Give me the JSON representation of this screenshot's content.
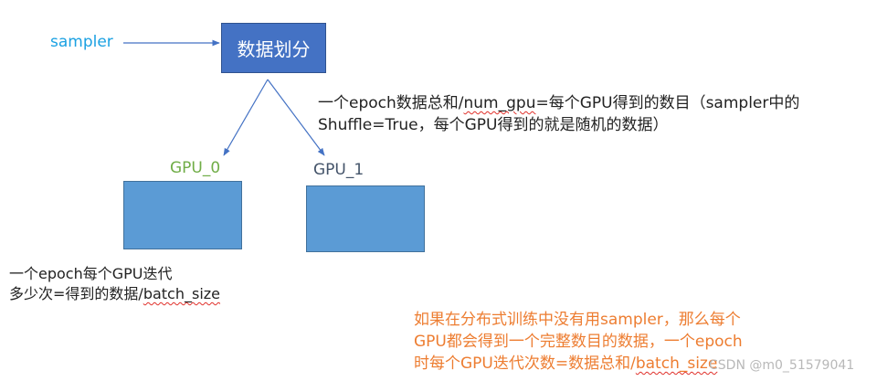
{
  "sampler_label": "sampler",
  "split_box_label": "数据划分",
  "gpu0_label": "GPU_0",
  "gpu1_label": "GPU_1",
  "top_note": {
    "line1_a": "一个epoch数据总和/",
    "line1_b": "num_gpu",
    "line1_c": "=每个GPU得到的数目（sampler中的",
    "line2": "Shuffle=True，每个GPU得到的就是随机的数据）"
  },
  "left_note": {
    "line1": "一个epoch每个GPU迭代",
    "line2_a": "多少次=得到的数据/",
    "line2_b": "batch_size"
  },
  "orange_note": {
    "line1": "如果在分布式训练中没有用sampler，那么每个",
    "line2": "GPU都会得到一个完整数目的数据，一个epoch",
    "line3_a": "时每个GPU迭代次数=数据总和/",
    "line3_b": "batch_size"
  },
  "watermark": "CSDN @m0_51579041",
  "colors": {
    "sampler_text": "#1ba1e2",
    "gpu0_text": "#70ad47",
    "gpu1_text": "#44546a",
    "arrow": "#4472c4",
    "orange_text": "#ed7d31"
  }
}
